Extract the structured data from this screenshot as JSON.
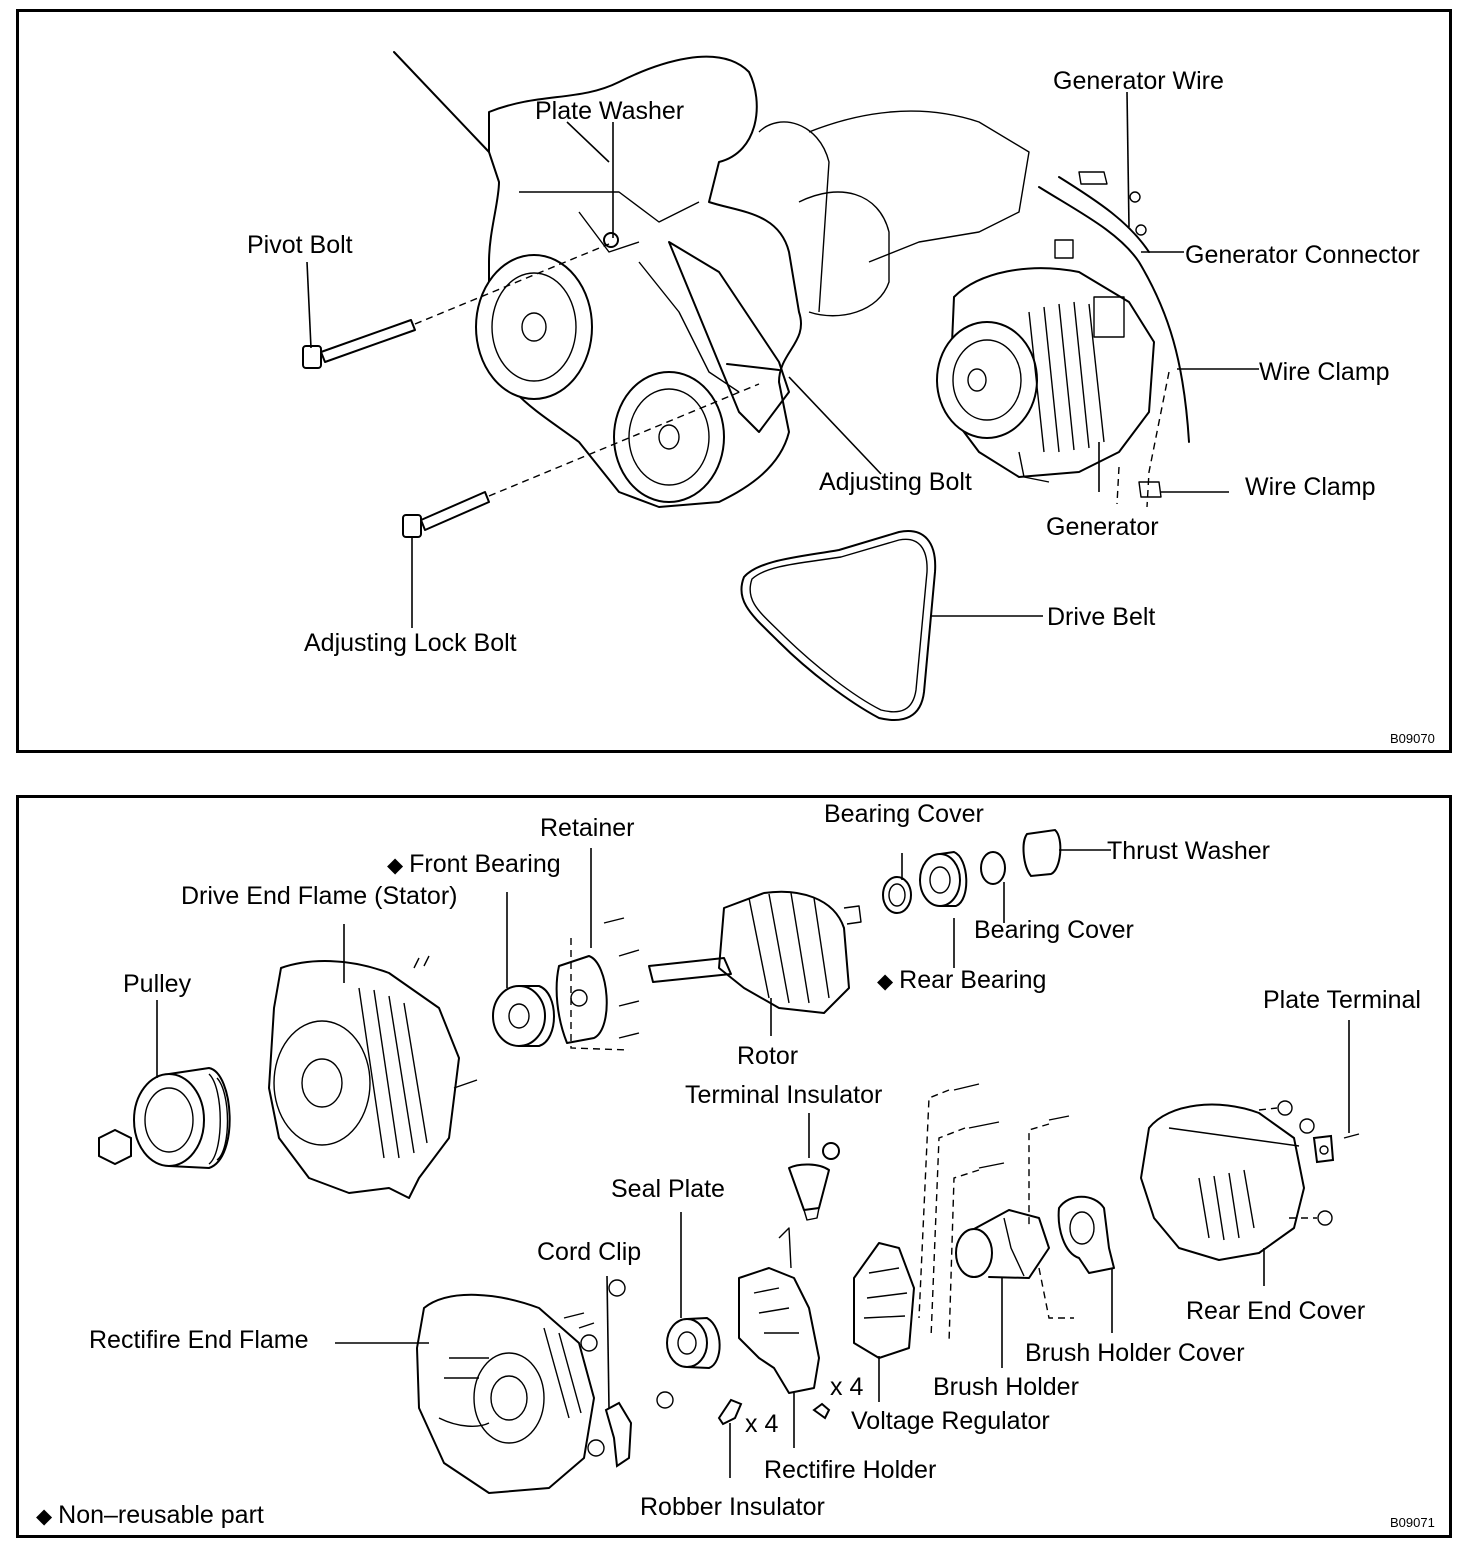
{
  "top_panel": {
    "code": "B09070",
    "labels": {
      "generator_wire": "Generator Wire",
      "plate_washer": "Plate Washer",
      "pivot_bolt": "Pivot Bolt",
      "generator_connector": "Generator Connector",
      "wire_clamp_upper": "Wire Clamp",
      "wire_clamp_lower": "Wire Clamp",
      "adjusting_bolt": "Adjusting Bolt",
      "generator": "Generator",
      "drive_belt": "Drive Belt",
      "adjusting_lock_bolt": "Adjusting Lock Bolt"
    }
  },
  "bottom_panel": {
    "code": "B09071",
    "diamond": "◆",
    "labels": {
      "retainer": "Retainer",
      "bearing_cover_top": "Bearing Cover",
      "thrust_washer": "Thrust Washer",
      "front_bearing": "Front Bearing",
      "drive_end_frame": "Drive End Flame (Stator)",
      "bearing_cover_right": "Bearing Cover",
      "pulley": "Pulley",
      "rear_bearing": "Rear Bearing",
      "plate_terminal": "Plate Terminal",
      "rotor": "Rotor",
      "terminal_insulator": "Terminal Insulator",
      "seal_plate": "Seal Plate",
      "cord_clip": "Cord Clip",
      "rear_end_cover": "Rear End Cover",
      "rectifier_end_frame": "Rectifire End Flame",
      "brush_holder_cover": "Brush Holder Cover",
      "brush_holder": "Brush Holder",
      "x4_right": "x 4",
      "voltage_regulator": "Voltage Regulator",
      "x4_left": "x 4",
      "rectifier_holder": "Rectifire Holder",
      "non_reusable": "Non–reusable part",
      "rubber_insulator": "Robber Insulator"
    }
  }
}
